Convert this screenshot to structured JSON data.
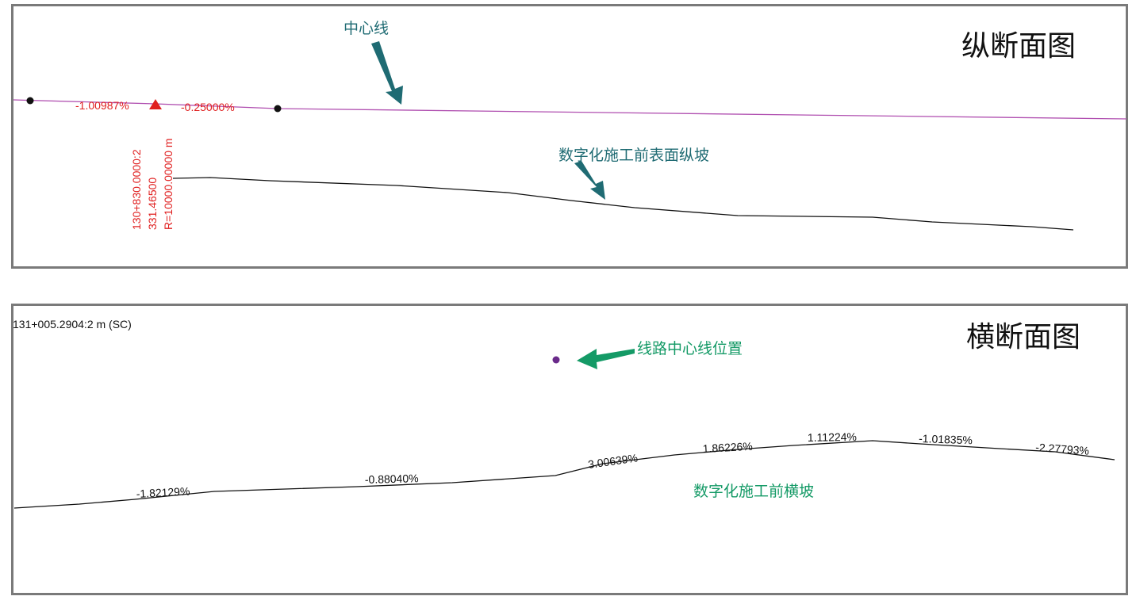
{
  "longitudinal": {
    "title": "纵断面图",
    "centerline_label": "中心线",
    "ground_label": "数字化施工前表面纵坡",
    "grade_left": "-1.00987%",
    "grade_right": "-0.25000%",
    "pvi_station": "130+830.0000:2",
    "pvi_elevation": "331.46500",
    "curve_radius": "R=10000.00000 m",
    "colors": {
      "centerline": "#b04fb0",
      "marker": "#e02020",
      "arrow": "#1f6b73",
      "ground": "#111111"
    }
  },
  "cross": {
    "title": "横断面图",
    "station": "131+005.2904:2 m (SC)",
    "centerline_label": "线路中心线位置",
    "ground_label": "数字化施工前横坡",
    "slopes": [
      "-1.82129%",
      "-0.88040%",
      "3.00639%",
      "1.86226%",
      "1.11224%",
      "-1.01835%",
      "-2.27793%"
    ],
    "colors": {
      "center_point": "#6a2a8a",
      "arrow": "#149a66",
      "ground": "#111111"
    }
  }
}
